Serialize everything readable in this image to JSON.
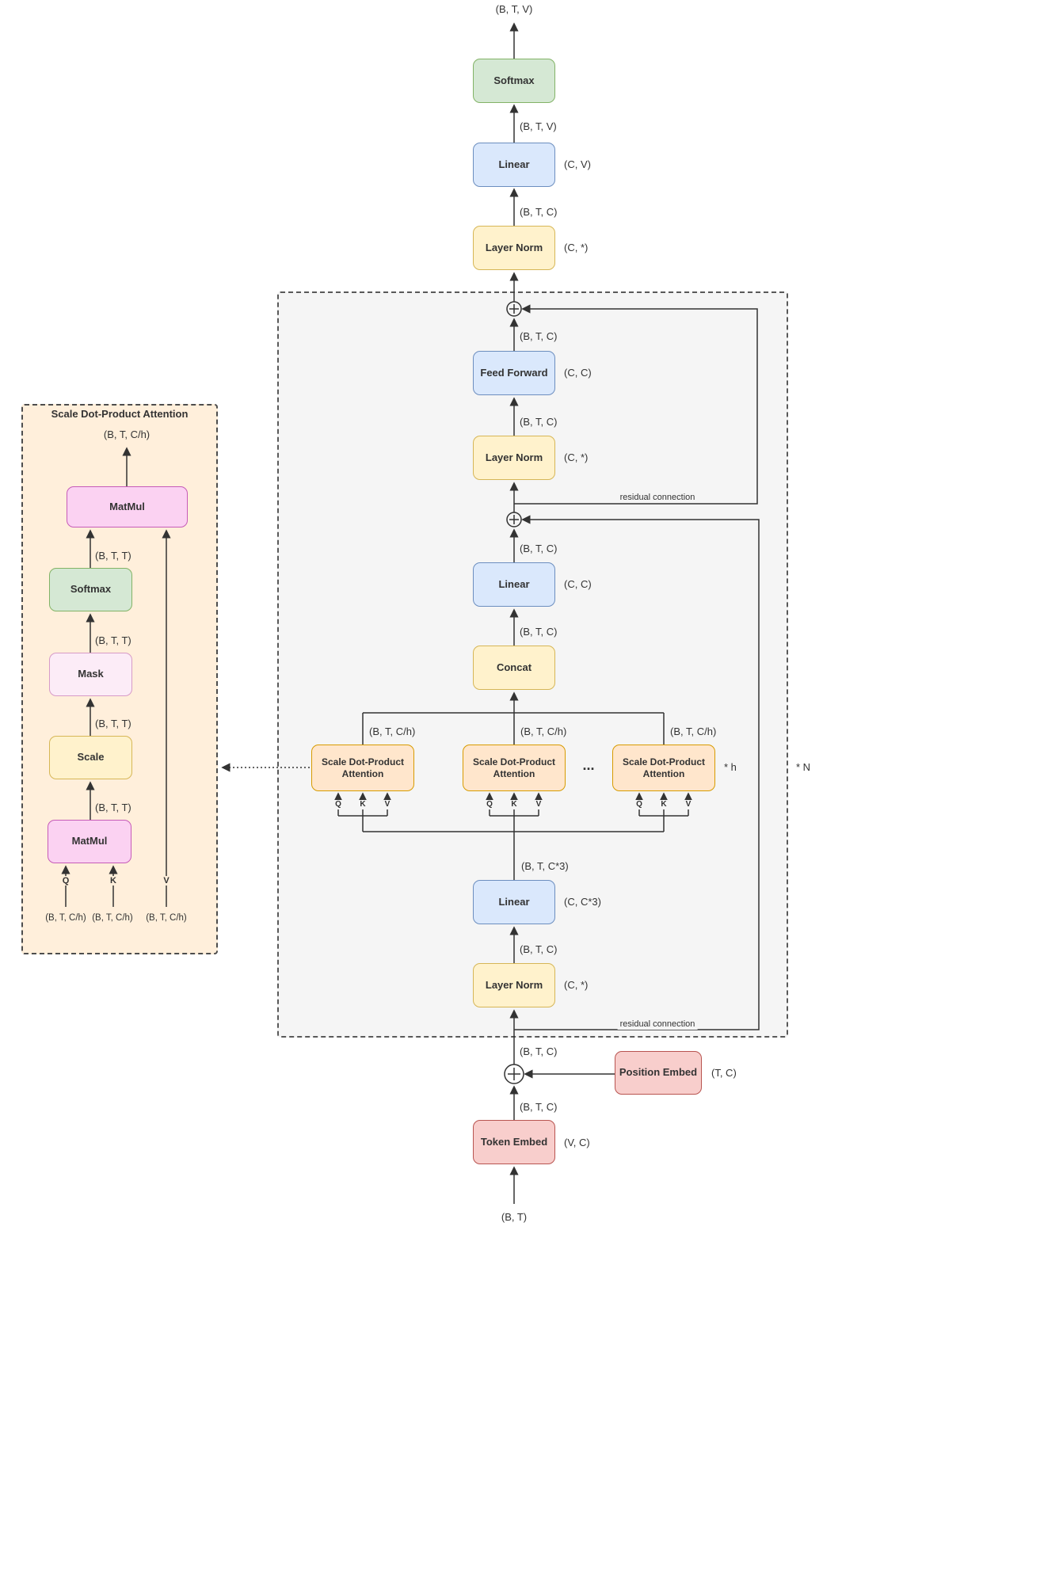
{
  "annotations": {
    "residual": "residual connection",
    "dots": "...",
    "h_mult": "* h",
    "n_mult": "* N"
  },
  "dims": {
    "btv": "(B, T, V)",
    "btc": "(B, T, C)",
    "btc3": "(B, T, C*3)",
    "btt": "(B, T, T)",
    "btch": "(B, T, C/h)",
    "bt": "(B, T)",
    "cv": "(C, V)",
    "cstar": "(C, *)",
    "cc": "(C, C)",
    "cc3": "(C, C*3)",
    "tc": "(T, C)",
    "vc": "(V, C)"
  },
  "main": {
    "softmax": "Softmax",
    "linear": "Linear",
    "layer_norm": "Layer Norm",
    "feed_forward": "Feed Forward",
    "concat": "Concat",
    "attention_head": "Scale Dot-Product Attention",
    "token_embed": "Token Embed",
    "position_embed": "Position Embed",
    "q": "Q",
    "k": "K",
    "v": "V"
  },
  "detail": {
    "title": "Scale Dot-Product Attention",
    "matmul": "MatMul",
    "softmax": "Softmax",
    "mask": "Mask",
    "scale": "Scale",
    "q": "Q",
    "k": "K",
    "v": "V"
  }
}
